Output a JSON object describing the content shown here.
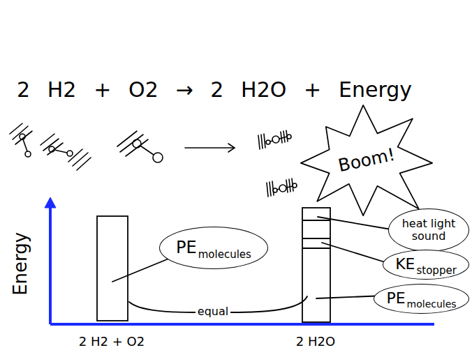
{
  "diagram": {
    "nodes": [
      {
        "text": [
          "Boom!"
        ]
      },
      {
        "text": [
          "PE",
          "molecules"
        ]
      },
      {
        "text": [
          "heat light sound"
        ]
      },
      {
        "text": [
          "KE",
          "stopper"
        ]
      },
      {
        "text": [
          "PE",
          "molecules"
        ]
      }
    ],
    "labels": [
      "2 H2 + O2 → 2 H2O + Energy",
      "Energy",
      "equal",
      "2 H2 + O2",
      "2 H2O"
    ]
  }
}
